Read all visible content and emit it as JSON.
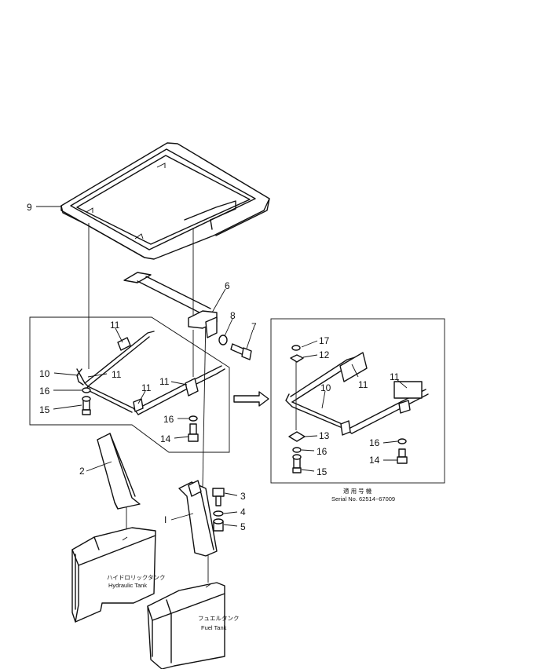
{
  "callouts": {
    "c9": "9",
    "c6": "6",
    "c8": "8",
    "c7": "7",
    "c11a": "11",
    "c10a": "10",
    "c11b": "11",
    "c16a": "16",
    "c11c": "11",
    "c11d": "11",
    "c15a": "15",
    "c16b": "16",
    "c14a": "14",
    "c2": "2",
    "c1": "I",
    "c3": "3",
    "c4": "4",
    "c5": "5",
    "c17": "17",
    "c12": "12",
    "c11e": "11",
    "c10b": "10",
    "c11f": "11",
    "c13": "13",
    "c16c": "16",
    "c16d": "16",
    "c14b": "14",
    "c15b": "15"
  },
  "applicability": {
    "jp": "適 用 号 機",
    "serial": "Serial No. 62514~67009"
  },
  "tanks": {
    "hydraulic_jp": "ハイドロリックタンク",
    "hydraulic_en": "Hydraulic  Tank",
    "fuel_jp": "フュエルタンク",
    "fuel_en": "Fuel  Tank"
  }
}
